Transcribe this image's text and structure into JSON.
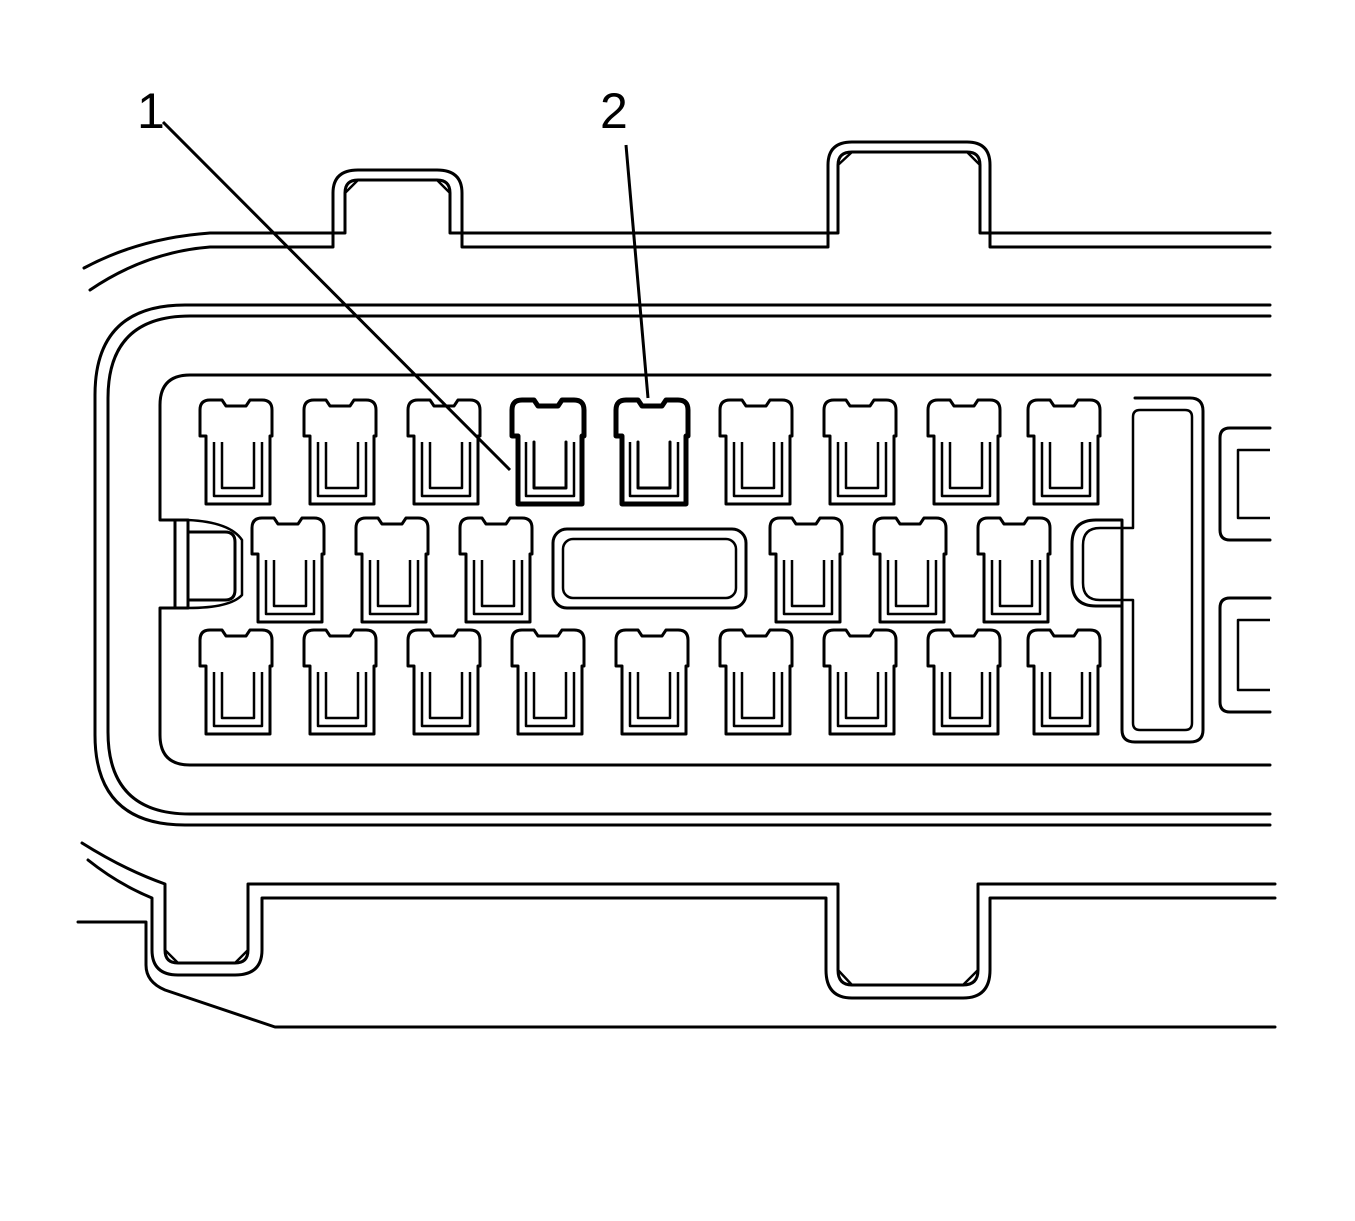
{
  "callouts": [
    {
      "id": "1",
      "label": "1"
    },
    {
      "id": "2",
      "label": "2"
    }
  ],
  "connector": {
    "rows": [
      {
        "name": "top-row",
        "cavity_count": 9
      },
      {
        "name": "middle-row",
        "cavity_count": 6
      },
      {
        "name": "bottom-row",
        "cavity_count": 9
      }
    ],
    "highlighted_cavities": [
      {
        "callout": "1",
        "row": 0,
        "index": 3
      },
      {
        "callout": "2",
        "row": 0,
        "index": 4
      }
    ]
  },
  "colors": {
    "line": "#000000",
    "background": "#ffffff"
  }
}
